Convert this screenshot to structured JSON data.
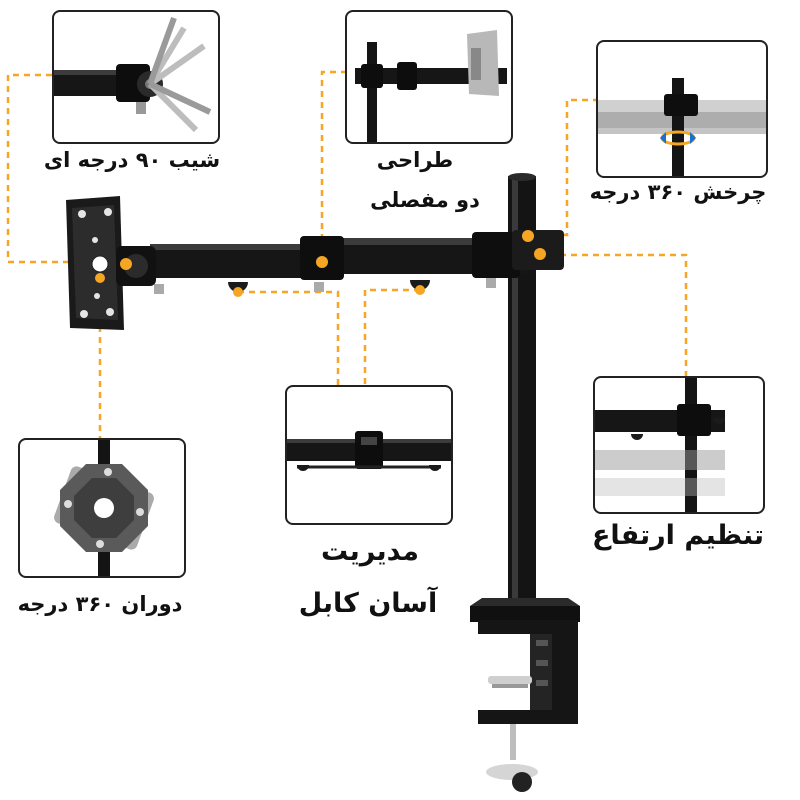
{
  "colors": {
    "accent": "#f5a623",
    "metal": "#1a1a1a"
  },
  "features": {
    "tilt": {
      "label": "شیب ۹۰ درجه ای"
    },
    "articulated": {
      "label_line1": "طراحی",
      "label_line2": "دو مفصلی"
    },
    "swivel": {
      "label": "چرخش ۳۶۰ درجه"
    },
    "rotation": {
      "label": "دوران ۳۶۰ درجه"
    },
    "cable": {
      "label_line1": "مدیریت",
      "label_line2": "آسان کابل"
    },
    "height": {
      "label": "تنظیم ارتفاع"
    }
  }
}
